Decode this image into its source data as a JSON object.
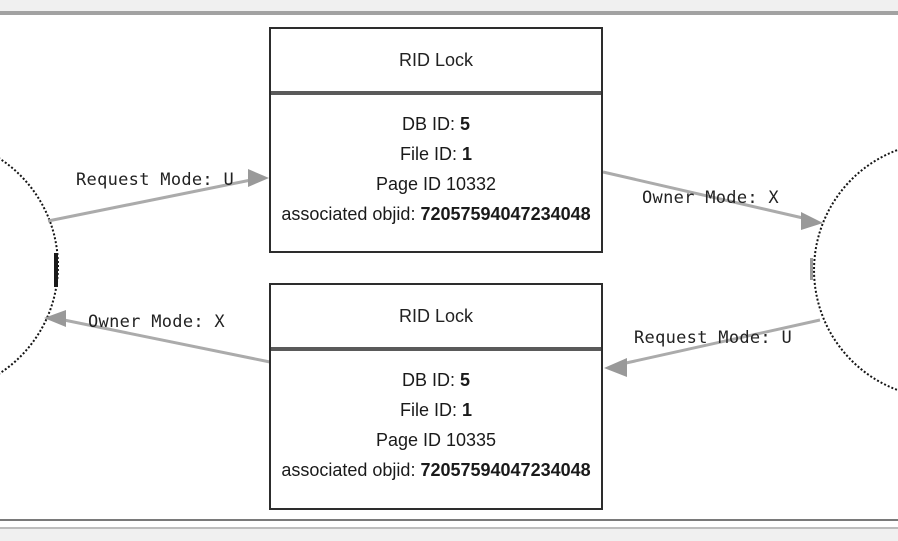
{
  "locks": [
    {
      "title": "RID Lock",
      "rows": [
        {
          "label": "DB ID:",
          "value": "5"
        },
        {
          "label": "File ID:",
          "value": "1"
        },
        {
          "label": "Page ID",
          "value": "10332"
        },
        {
          "label": "associated objid:",
          "value": "72057594047234048"
        }
      ]
    },
    {
      "title": "RID Lock",
      "rows": [
        {
          "label": "DB ID:",
          "value": "5"
        },
        {
          "label": "File ID:",
          "value": "1"
        },
        {
          "label": "Page ID",
          "value": "10335"
        },
        {
          "label": "associated objid:",
          "value": "72057594047234048"
        }
      ]
    }
  ],
  "edges": [
    {
      "label": "Request Mode: U",
      "from": "left-session",
      "to": "top-lock"
    },
    {
      "label": "Owner Mode: X",
      "from": "bottom-lock",
      "to": "left-session"
    },
    {
      "label": "Owner Mode: X",
      "from": "top-lock",
      "to": "right-session"
    },
    {
      "label": "Request Mode: U",
      "from": "right-session",
      "to": "bottom-lock"
    }
  ],
  "colors": {
    "arrow": "#ababab",
    "arrow_head": "#999999",
    "box_border": "#2d2d2d",
    "band": "#f0f0f0",
    "top_rule": "#a2a2a2"
  }
}
